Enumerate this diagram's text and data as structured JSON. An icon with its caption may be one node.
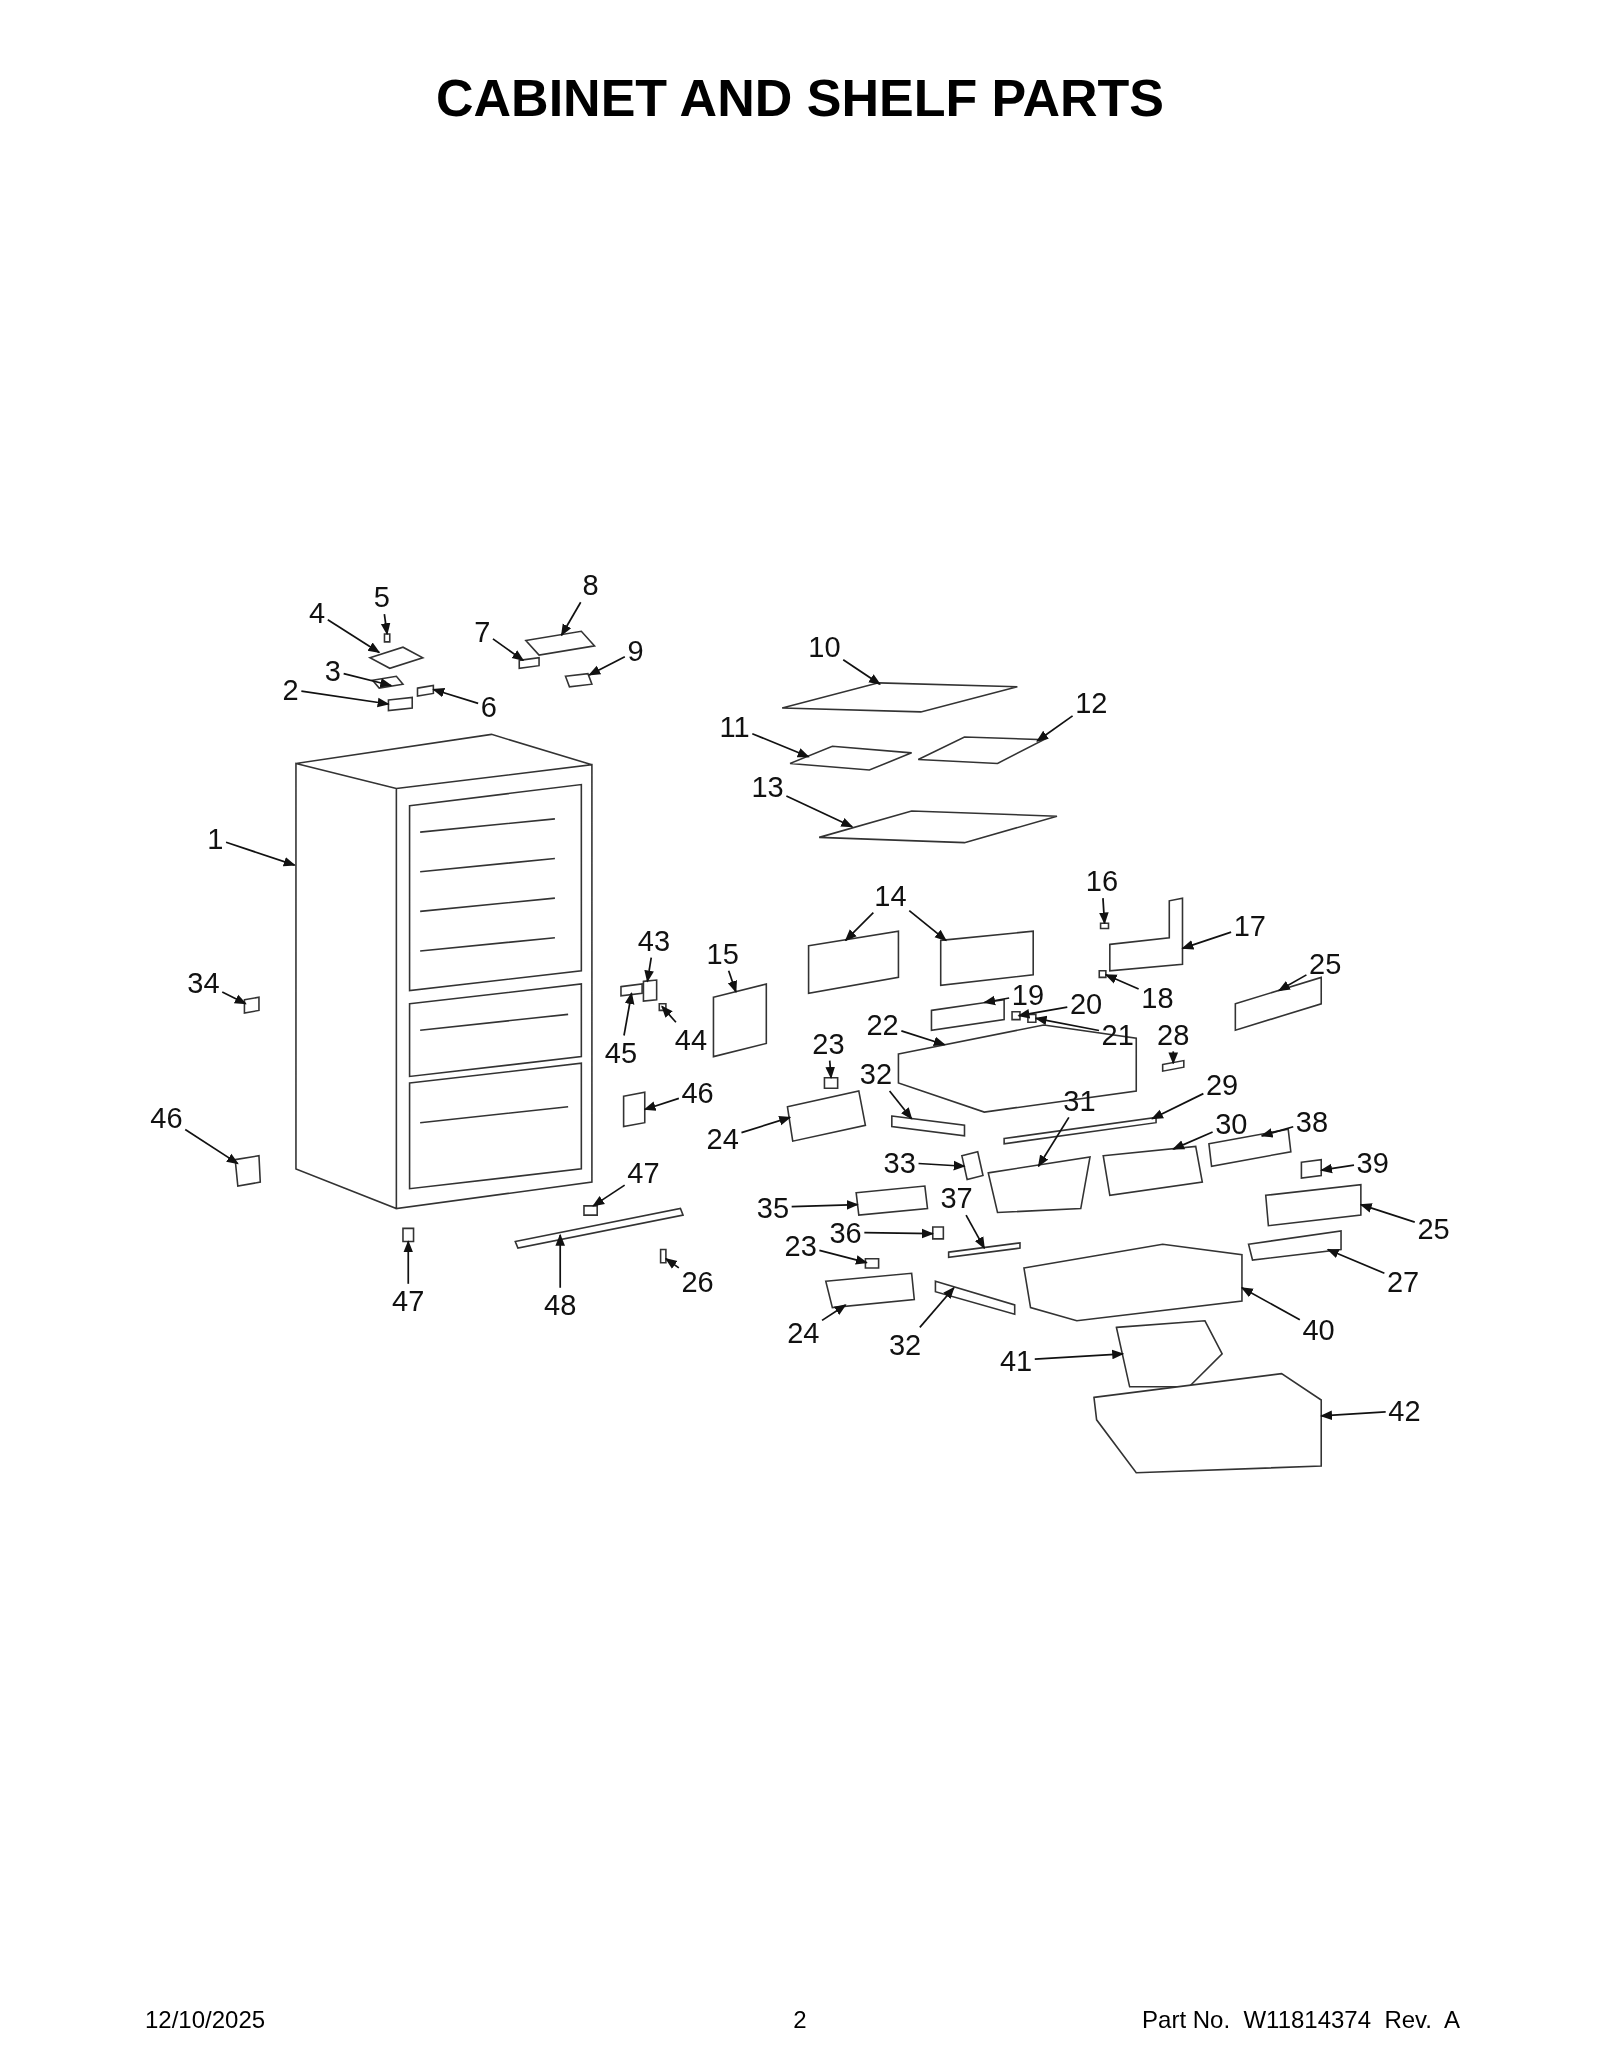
{
  "diagram": {
    "title": "CABINET AND SHELF PARTS",
    "nodes": [
      {
        "text": [
          "1"
        ]
      },
      {
        "text": [
          "2"
        ]
      },
      {
        "text": [
          "3"
        ]
      },
      {
        "text": [
          "4"
        ]
      },
      {
        "text": [
          "5"
        ]
      },
      {
        "text": [
          "6"
        ]
      },
      {
        "text": [
          "7"
        ]
      },
      {
        "text": [
          "8"
        ]
      },
      {
        "text": [
          "9"
        ]
      },
      {
        "text": [
          "10"
        ]
      },
      {
        "text": [
          "11"
        ]
      },
      {
        "text": [
          "12"
        ]
      },
      {
        "text": [
          "13"
        ]
      },
      {
        "text": [
          "14"
        ]
      },
      {
        "text": [
          "16"
        ]
      },
      {
        "text": [
          "17"
        ]
      },
      {
        "text": [
          "34"
        ]
      },
      {
        "text": [
          "43"
        ]
      },
      {
        "text": [
          "15"
        ]
      },
      {
        "text": [
          "25"
        ]
      },
      {
        "text": [
          "45"
        ]
      },
      {
        "text": [
          "44"
        ]
      },
      {
        "text": [
          "19"
        ]
      },
      {
        "text": [
          "20"
        ]
      },
      {
        "text": [
          "18"
        ]
      },
      {
        "text": [
          "22"
        ]
      },
      {
        "text": [
          "21"
        ]
      },
      {
        "text": [
          "23"
        ]
      },
      {
        "text": [
          "32"
        ]
      },
      {
        "text": [
          "28"
        ]
      },
      {
        "text": [
          "29"
        ]
      },
      {
        "text": [
          "46"
        ]
      },
      {
        "text": [
          "46"
        ]
      },
      {
        "text": [
          "31"
        ]
      },
      {
        "text": [
          "24"
        ]
      },
      {
        "text": [
          "30"
        ]
      },
      {
        "text": [
          "38"
        ]
      },
      {
        "text": [
          "33"
        ]
      },
      {
        "text": [
          "39"
        ]
      },
      {
        "text": [
          "47"
        ]
      },
      {
        "text": [
          "35"
        ]
      },
      {
        "text": [
          "37"
        ]
      },
      {
        "text": [
          "36"
        ]
      },
      {
        "text": [
          "25"
        ]
      },
      {
        "text": [
          "23"
        ]
      },
      {
        "text": [
          "27"
        ]
      },
      {
        "text": [
          "26"
        ]
      },
      {
        "text": [
          "47"
        ]
      },
      {
        "text": [
          "48"
        ]
      },
      {
        "text": [
          "40"
        ]
      },
      {
        "text": [
          "24"
        ]
      },
      {
        "text": [
          "32"
        ]
      },
      {
        "text": [
          "41"
        ]
      },
      {
        "text": [
          "42"
        ]
      },
      {
        "text": [],
        "shape": "box"
      },
      {
        "text": [],
        "shape": "box"
      },
      {
        "text": [],
        "shape": "box"
      },
      {
        "text": [],
        "shape": "box"
      },
      {
        "text": [],
        "shape": "box"
      },
      {
        "text": [],
        "shape": "box"
      },
      {
        "text": [],
        "shape": "box"
      },
      {
        "text": [],
        "shape": "box"
      },
      {
        "text": [],
        "shape": "box"
      },
      {
        "text": [],
        "shape": "box"
      },
      {
        "text": [],
        "shape": "box"
      },
      {
        "text": [],
        "shape": "box"
      },
      {
        "text": [],
        "shape": "box"
      },
      {
        "text": [],
        "shape": "box"
      },
      {
        "text": [],
        "shape": "box"
      },
      {
        "text": [],
        "shape": "box"
      },
      {
        "text": [],
        "shape": "box"
      },
      {
        "text": [],
        "shape": "box"
      },
      {
        "text": [],
        "shape": "box"
      },
      {
        "text": [],
        "shape": "box"
      },
      {
        "text": [],
        "shape": "box"
      },
      {
        "text": [],
        "shape": "box"
      },
      {
        "text": [],
        "shape": "box"
      },
      {
        "text": [],
        "shape": "box"
      },
      {
        "text": [],
        "shape": "box"
      },
      {
        "text": [],
        "shape": "box"
      },
      {
        "text": [],
        "shape": "box"
      },
      {
        "text": [],
        "shape": "box"
      },
      {
        "text": [],
        "shape": "box"
      },
      {
        "text": [],
        "shape": "box"
      },
      {
        "text": [],
        "shape": "box"
      },
      {
        "text": [],
        "shape": "box"
      },
      {
        "text": [],
        "shape": "box"
      },
      {
        "text": [],
        "shape": "box"
      },
      {
        "text": [],
        "shape": "box"
      },
      {
        "text": [],
        "shape": "box"
      },
      {
        "text": [],
        "shape": "box"
      },
      {
        "text": [],
        "shape": "box"
      },
      {
        "text": [],
        "shape": "box"
      },
      {
        "text": [],
        "shape": "box"
      },
      {
        "text": [],
        "shape": "box"
      },
      {
        "text": [],
        "shape": "box"
      },
      {
        "text": [],
        "shape": "box"
      },
      {
        "text": [],
        "shape": "box"
      },
      {
        "text": [],
        "shape": "box"
      },
      {
        "text": [],
        "shape": "box"
      },
      {
        "text": [],
        "shape": "box"
      },
      {
        "text": [],
        "shape": "box"
      },
      {
        "text": [],
        "shape": "box"
      },
      {
        "text": [],
        "shape": "box"
      },
      {
        "text": [],
        "shape": "box"
      },
      {
        "text": [],
        "shape": "box"
      },
      {
        "text": [],
        "shape": "box"
      },
      {
        "text": [],
        "shape": "box"
      },
      {
        "text": [],
        "shape": "box"
      }
    ],
    "edges": [
      {
        "from": 0,
        "to": 54,
        "arrow": "to"
      },
      {
        "from": 1,
        "to": 55,
        "arrow": "to"
      },
      {
        "from": 2,
        "to": 56,
        "arrow": "to"
      },
      {
        "from": 3,
        "to": 57,
        "arrow": "to"
      },
      {
        "from": 4,
        "to": 58,
        "arrow": "to"
      },
      {
        "from": 5,
        "to": 59,
        "arrow": "to"
      },
      {
        "from": 6,
        "to": 60,
        "arrow": "to"
      },
      {
        "from": 7,
        "to": 61,
        "arrow": "to"
      },
      {
        "from": 8,
        "to": 62,
        "arrow": "to"
      },
      {
        "from": 9,
        "to": 63,
        "arrow": "to"
      },
      {
        "from": 10,
        "to": 64,
        "arrow": "to"
      },
      {
        "from": 11,
        "to": 65,
        "arrow": "to"
      },
      {
        "from": 12,
        "to": 66,
        "arrow": "to"
      },
      {
        "from": 13,
        "to": 67,
        "arrow": "to"
      },
      {
        "from": 13,
        "to": 68,
        "arrow": "to"
      },
      {
        "from": 14,
        "to": 69,
        "arrow": "to"
      },
      {
        "from": 15,
        "to": 70,
        "arrow": "to"
      },
      {
        "from": 16,
        "to": 71,
        "arrow": "to"
      },
      {
        "from": 17,
        "to": 72,
        "arrow": "to"
      },
      {
        "from": 18,
        "to": 73,
        "arrow": "to"
      },
      {
        "from": 19,
        "to": 74,
        "arrow": "to"
      },
      {
        "from": 20,
        "to": 75,
        "arrow": "to"
      },
      {
        "from": 21,
        "to": 76,
        "arrow": "to"
      },
      {
        "from": 22,
        "to": 77,
        "arrow": "to"
      },
      {
        "from": 23,
        "to": 78,
        "arrow": "to"
      },
      {
        "from": 24,
        "to": 79,
        "arrow": "to"
      },
      {
        "from": 25,
        "to": 80,
        "arrow": "to"
      },
      {
        "from": 26,
        "to": 81,
        "arrow": "to"
      },
      {
        "from": 27,
        "to": 82,
        "arrow": "to"
      },
      {
        "from": 28,
        "to": 83,
        "arrow": "to"
      },
      {
        "from": 29,
        "to": 84,
        "arrow": "to"
      },
      {
        "from": 30,
        "to": 85,
        "arrow": "to"
      },
      {
        "from": 31,
        "to": 86,
        "arrow": "to"
      },
      {
        "from": 32,
        "to": 87,
        "arrow": "to"
      },
      {
        "from": 33,
        "to": 88,
        "arrow": "to"
      },
      {
        "from": 34,
        "to": 89,
        "arrow": "to"
      },
      {
        "from": 35,
        "to": 90,
        "arrow": "to"
      },
      {
        "from": 36,
        "to": 91,
        "arrow": "to"
      },
      {
        "from": 37,
        "to": 92,
        "arrow": "to"
      },
      {
        "from": 38,
        "to": 93,
        "arrow": "to"
      },
      {
        "from": 39,
        "to": 94,
        "arrow": "to"
      },
      {
        "from": 40,
        "to": 95,
        "arrow": "to"
      },
      {
        "from": 41,
        "to": 96,
        "arrow": "to"
      },
      {
        "from": 42,
        "to": 97,
        "arrow": "to"
      },
      {
        "from": 43,
        "to": 98,
        "arrow": "to"
      },
      {
        "from": 44,
        "to": 99,
        "arrow": "to"
      },
      {
        "from": 45,
        "to": 100,
        "arrow": "to"
      },
      {
        "from": 46,
        "to": 101,
        "arrow": "to"
      },
      {
        "from": 47,
        "to": 102,
        "arrow": "to"
      },
      {
        "from": 48,
        "to": 103,
        "arrow": "to"
      },
      {
        "from": 49,
        "to": 104,
        "arrow": "to"
      },
      {
        "from": 50,
        "to": 105,
        "arrow": "to"
      },
      {
        "from": 51,
        "to": 106,
        "arrow": "to"
      },
      {
        "from": 52,
        "to": 107,
        "arrow": "to"
      },
      {
        "from": 53,
        "to": 108,
        "arrow": "to"
      }
    ],
    "labels": [
      "12/10/2025",
      "2",
      "Part No.  W11814374  Rev.  A"
    ]
  }
}
